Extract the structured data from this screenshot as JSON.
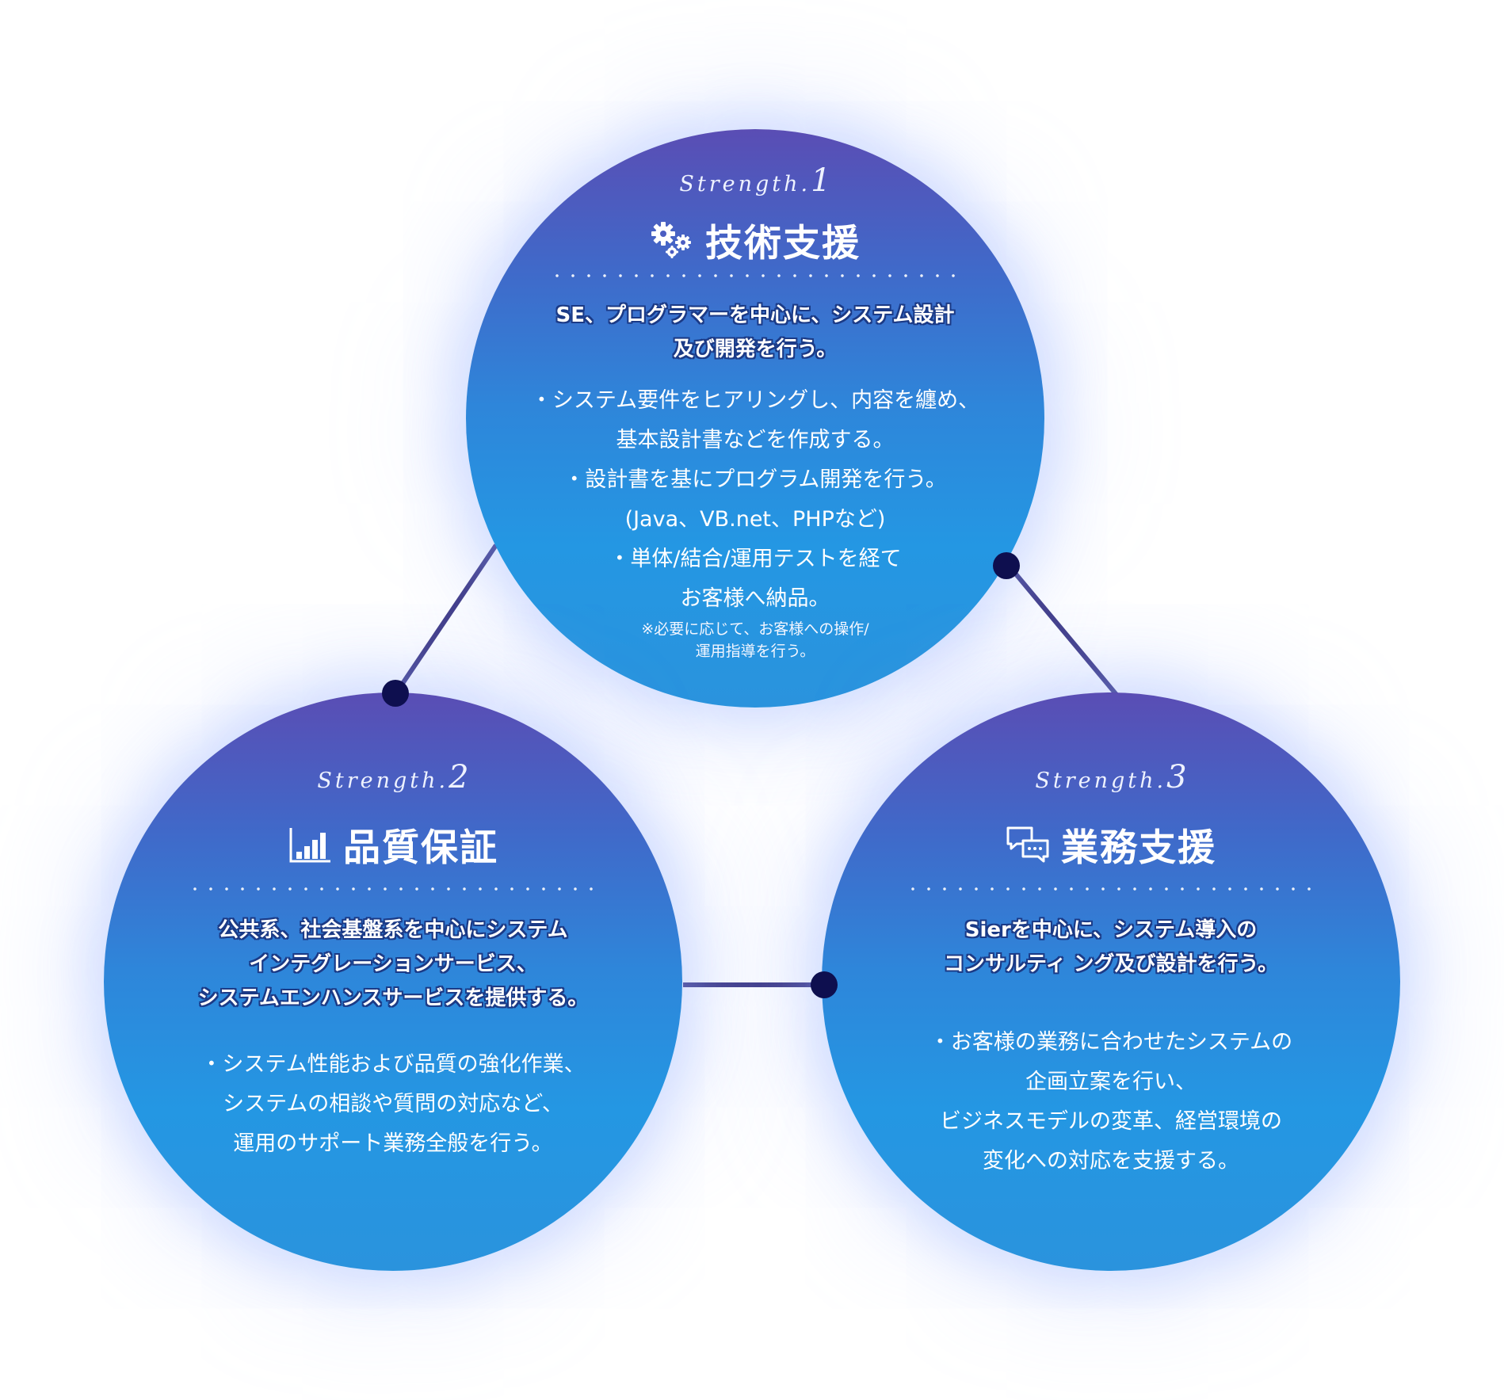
{
  "strengths": [
    {
      "strength_word": "Strength.",
      "number": "1",
      "icon": "gears-icon",
      "title": "技術支援",
      "lead": [
        "SE、プログラマーを中心に、システム設計",
        "及び開発を行う。"
      ],
      "body": [
        "・システム要件をヒアリングし、内容を纏め、",
        "基本設計書などを作成する。",
        "・設計書を基にプログラム開発を行う。",
        "(Java、VB.net、PHPなど)",
        "・単体/結合/運用テストを経て",
        "お客様へ納品。"
      ],
      "note": [
        "※必要に応じて、お客様への操作/",
        "運用指導を行う。"
      ]
    },
    {
      "strength_word": "Strength.",
      "number": "2",
      "icon": "bar-chart-icon",
      "title": "品質保証",
      "lead": [
        "公共系、社会基盤系を中心にシステム",
        "インテグレーションサービス、",
        "システムエンハンスサービスを提供する。"
      ],
      "body": [
        "・システム性能および品質の強化作業、",
        "システムの相談や質問の対応など、",
        "運用のサポート業務全般を行う。"
      ]
    },
    {
      "strength_word": "Strength.",
      "number": "3",
      "icon": "chat-bubbles-icon",
      "title": "業務支援",
      "lead": [
        "Sierを中心に、システム導入の",
        "コンサルティ ング及び設計を行う。"
      ],
      "body": [
        "・お客様の業務に合わせたシステムの",
        "企画立案を行い、",
        "ビジネスモデルの変革、経営環境の",
        "変化への対応を支援する。"
      ]
    }
  ],
  "colors": {
    "circle_top": "#5a4db4",
    "circle_bottom": "#2497e3",
    "connector": "#3f3a86",
    "node": "#0e0f4f",
    "lead_outline": "#1b3a86"
  }
}
